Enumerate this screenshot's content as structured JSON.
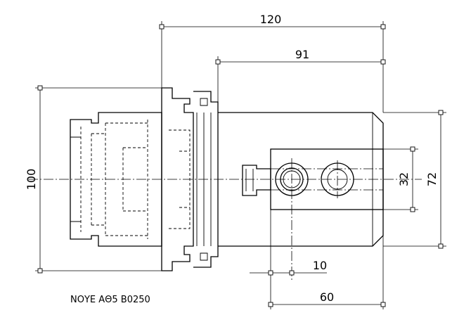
{
  "dimensions": {
    "overall_length": "120",
    "body_length": "91",
    "height": "100",
    "body_height": "72",
    "port_spacing": "32",
    "port_offset": "10",
    "block_length": "60"
  },
  "note": "ΝΟΥΕ ΑΘ5 Β0250"
}
